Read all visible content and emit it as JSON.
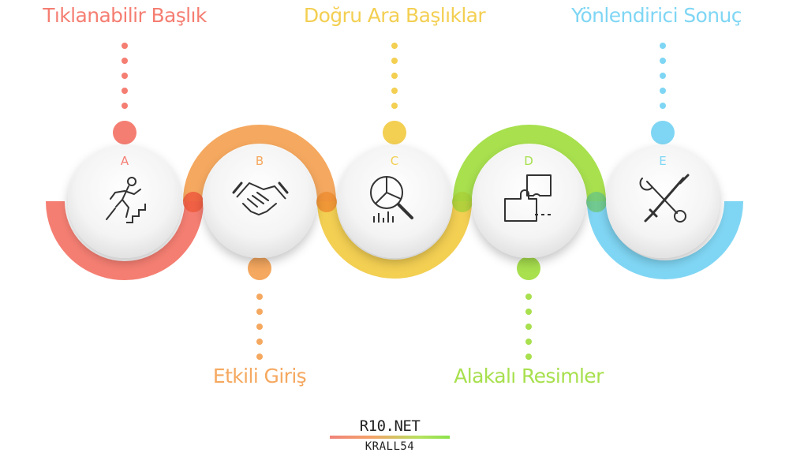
{
  "steps": [
    {
      "letter": "A",
      "title": "Tıklanabilir Başlık",
      "color": "#f57e72",
      "icon": "climbing-stairs-icon"
    },
    {
      "letter": "B",
      "title": "Etkili Giriş",
      "color": "#f5a85f",
      "icon": "handshake-icon"
    },
    {
      "letter": "C",
      "title": "Doğru Ara Başlıklar",
      "color": "#f3cf52",
      "icon": "chart-magnifier-icon"
    },
    {
      "letter": "D",
      "title": "Alakalı Resimler",
      "color": "#a8e04e",
      "icon": "puzzle-icon"
    },
    {
      "letter": "E",
      "title": "Yönlendirici Sonuç",
      "color": "#7fd6f4",
      "icon": "tools-icon"
    }
  ],
  "footer": {
    "site": "R10.NET",
    "user": "KRALL54"
  }
}
